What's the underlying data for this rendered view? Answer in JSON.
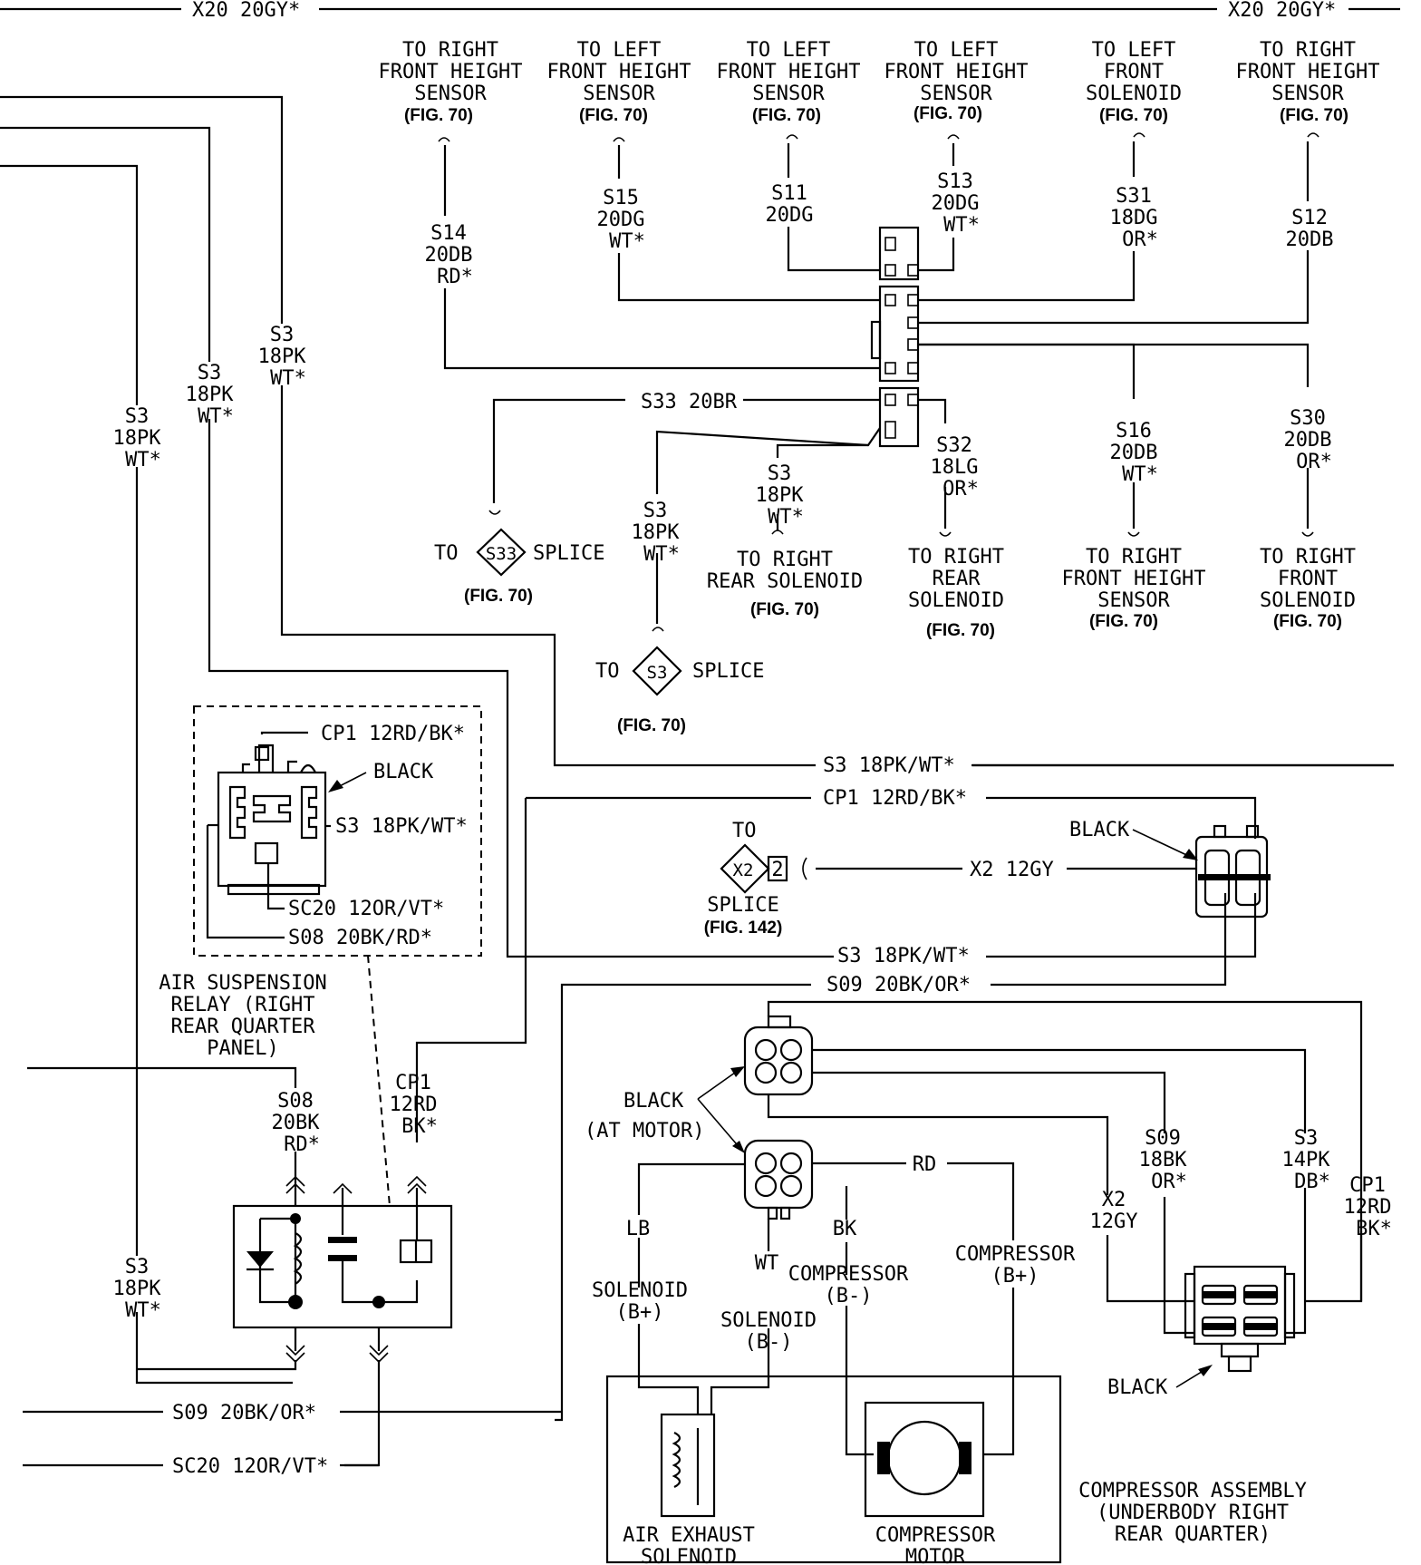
{
  "header_wires": {
    "left": "X20 20GY*",
    "right": "X20 20GY*"
  },
  "destinations": [
    {
      "text": [
        "TO RIGHT",
        "FRONT HEIGHT",
        "SENSOR"
      ],
      "fig": "(FIG. 70)"
    },
    {
      "text": [
        "TO LEFT",
        "FRONT HEIGHT",
        "SENSOR"
      ],
      "fig": "(FIG. 70)"
    },
    {
      "text": [
        "TO LEFT",
        "FRONT HEIGHT",
        "SENSOR"
      ],
      "fig": "(FIG. 70)"
    },
    {
      "text": [
        "TO LEFT",
        "FRONT HEIGHT",
        "SENSOR"
      ],
      "fig": "(FIG. 70)"
    },
    {
      "text": [
        "TO LEFT",
        "FRONT",
        "SOLENOID"
      ],
      "fig": "(FIG. 70)"
    },
    {
      "text": [
        "TO RIGHT",
        "FRONT HEIGHT",
        "SENSOR"
      ],
      "fig": "(FIG. 70)"
    },
    {
      "text": [
        "TO RIGHT",
        "REAR SOLENOID"
      ],
      "fig": "(FIG. 70)"
    },
    {
      "text": [
        "TO RIGHT",
        "REAR",
        "SOLENOID"
      ],
      "fig": "(FIG. 70)"
    },
    {
      "text": [
        "TO RIGHT",
        "FRONT HEIGHT",
        "SENSOR"
      ],
      "fig": "(FIG. 70)"
    },
    {
      "text": [
        "TO RIGHT",
        "FRONT",
        "SOLENOID"
      ],
      "fig": "(FIG. 70)"
    }
  ],
  "wire_codes": [
    [
      "S14",
      "20DB",
      "RD*"
    ],
    [
      "S15",
      "20DG",
      "WT*"
    ],
    [
      "S11",
      "20DG"
    ],
    [
      "S13",
      "20DG",
      "WT*"
    ],
    [
      "S31",
      "18DG",
      "OR*"
    ],
    [
      "S12",
      "20DB"
    ],
    [
      "S3",
      "18PK",
      "WT*"
    ],
    [
      "S3",
      "18PK",
      "WT*"
    ],
    [
      "S3",
      "18PK",
      "WT*"
    ],
    [
      "S3",
      "18PK",
      "WT*"
    ],
    [
      "S3",
      "18PK",
      "WT*"
    ],
    [
      "S32",
      "18LG",
      "OR*"
    ],
    [
      "S16",
      "20DB",
      "WT*"
    ],
    [
      "S30",
      "20DB",
      "OR*"
    ],
    [
      "S3",
      "18PK",
      "WT*"
    ],
    [
      "S08",
      "20BK",
      "RD*"
    ],
    [
      "CP1",
      "12RD",
      "BK*"
    ],
    [
      "S09",
      "18BK",
      "OR*"
    ],
    [
      "S3",
      "14PK",
      "DB*"
    ],
    [
      "CP1",
      "12RD",
      "BK*"
    ],
    [
      "X2",
      "12GY"
    ]
  ],
  "inline_wires": {
    "s33": "S33 20BR",
    "s3_main": "S3 18PK/WT*",
    "cp1_main": "CP1 12RD/BK*",
    "x2": "X2 12GY",
    "s3_low": "S3 18PK/WT*",
    "s09": "S09 20BK/OR*",
    "s09_bottom": "S09 20BK/OR*",
    "sc20_bottom": "SC20 12OR/VT*"
  },
  "splices": {
    "s33": {
      "to": "TO",
      "id": "S33",
      "word": "SPLICE",
      "fig": "(FIG. 70)"
    },
    "s3": {
      "to": "TO",
      "id": "S3",
      "word": "SPLICE",
      "fig": "(FIG. 70)"
    },
    "x2": {
      "to": "TO",
      "id": "X2",
      "pin": "2",
      "word": "SPLICE",
      "fig": "(FIG. 142)"
    }
  },
  "relay_inset": {
    "cp1": "CP1 12RD/BK*",
    "black": "BLACK",
    "s3": "S3 18PK/WT*",
    "sc20": "SC20 12OR/VT*",
    "s08": "S08 20BK/RD*"
  },
  "relay_caption": [
    "AIR SUSPENSION",
    "RELAY (RIGHT",
    "REAR QUARTER",
    "PANEL)"
  ],
  "connector_labels": {
    "black_right": "BLACK",
    "black_motor": [
      "BLACK",
      "(AT MOTOR)"
    ],
    "black_bottom": "BLACK"
  },
  "motor_wires": {
    "lb": "LB",
    "wt": "WT",
    "bk": "BK",
    "rd": "RD",
    "sol_pos": [
      "SOLENOID",
      "(B+)"
    ],
    "sol_neg": [
      "SOLENOID",
      "(B-)"
    ],
    "comp_neg": [
      "COMPRESSOR",
      "(B-)"
    ],
    "comp_pos": [
      "COMPRESSOR",
      "(B+)"
    ]
  },
  "components": {
    "exhaust": [
      "AIR EXHAUST",
      "SOLENOID"
    ],
    "motor": [
      "COMPRESSOR",
      "MOTOR"
    ]
  },
  "assembly_caption": [
    "COMPRESSOR ASSEMBLY",
    "(UNDERBODY RIGHT",
    "REAR QUARTER)"
  ]
}
